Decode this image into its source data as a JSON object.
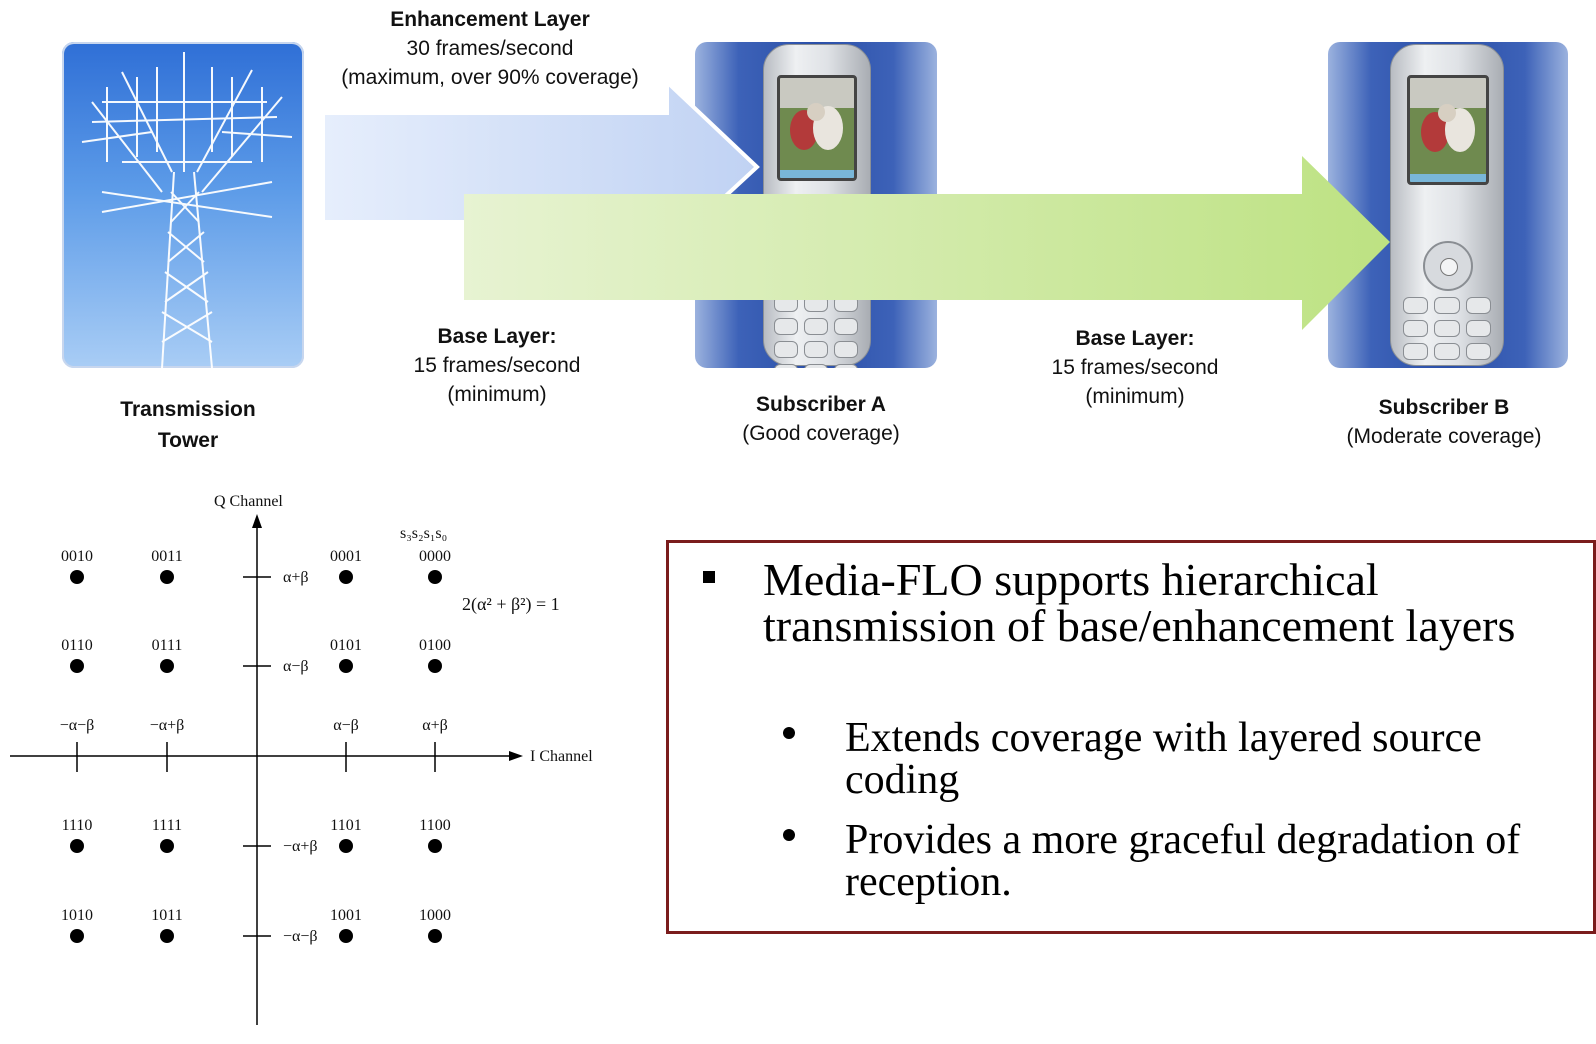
{
  "enhancement": {
    "title": "Enhancement Layer",
    "rate": "30 frames/second",
    "note": "(maximum, over 90% coverage)"
  },
  "base_left": {
    "title": "Base Layer:",
    "rate": "15 frames/second",
    "note": "(minimum)"
  },
  "base_right": {
    "title": "Base Layer:",
    "rate": "15 frames/second",
    "note": "(minimum)"
  },
  "tower": {
    "line1": "Transmission",
    "line2": "Tower"
  },
  "subscriber_a": {
    "name": "Subscriber A",
    "coverage": "(Good coverage)"
  },
  "subscriber_b": {
    "name": "Subscriber B",
    "coverage": "(Moderate coverage)"
  },
  "colors": {
    "enh_arrow": "#c9d8f4",
    "base_arrow": "#c4e48e",
    "box_border": "#7a1c1c"
  },
  "constellation": {
    "q_axis_label": "Q Channel",
    "i_axis_label": "I Channel",
    "bit_order_label": "s₃s₂s₁s₀",
    "energy_formula": "2(α² + β²) = 1",
    "y_ticks": [
      "α+β",
      "α−β",
      "−α+β",
      "−α−β"
    ],
    "x_ticks": [
      "−α−β",
      "−α+β",
      "α−β",
      "α+β"
    ],
    "points": [
      {
        "code": "0010",
        "col": 0,
        "row": 0
      },
      {
        "code": "0011",
        "col": 1,
        "row": 0
      },
      {
        "code": "0001",
        "col": 2,
        "row": 0
      },
      {
        "code": "0000",
        "col": 3,
        "row": 0
      },
      {
        "code": "0110",
        "col": 0,
        "row": 1
      },
      {
        "code": "0111",
        "col": 1,
        "row": 1
      },
      {
        "code": "0101",
        "col": 2,
        "row": 1
      },
      {
        "code": "0100",
        "col": 3,
        "row": 1
      },
      {
        "code": "1110",
        "col": 0,
        "row": 2
      },
      {
        "code": "1111",
        "col": 1,
        "row": 2
      },
      {
        "code": "1101",
        "col": 2,
        "row": 2
      },
      {
        "code": "1100",
        "col": 3,
        "row": 2
      },
      {
        "code": "1010",
        "col": 0,
        "row": 3
      },
      {
        "code": "1011",
        "col": 1,
        "row": 3
      },
      {
        "code": "1001",
        "col": 2,
        "row": 3
      },
      {
        "code": "1000",
        "col": 3,
        "row": 3
      }
    ]
  },
  "textbox": {
    "main_bullet": "Media-FLO supports hierarchical transmission of base/enhancement layers",
    "sub_bullets": [
      "Extends coverage with layered source coding",
      "Provides a more graceful degradation of reception."
    ]
  }
}
